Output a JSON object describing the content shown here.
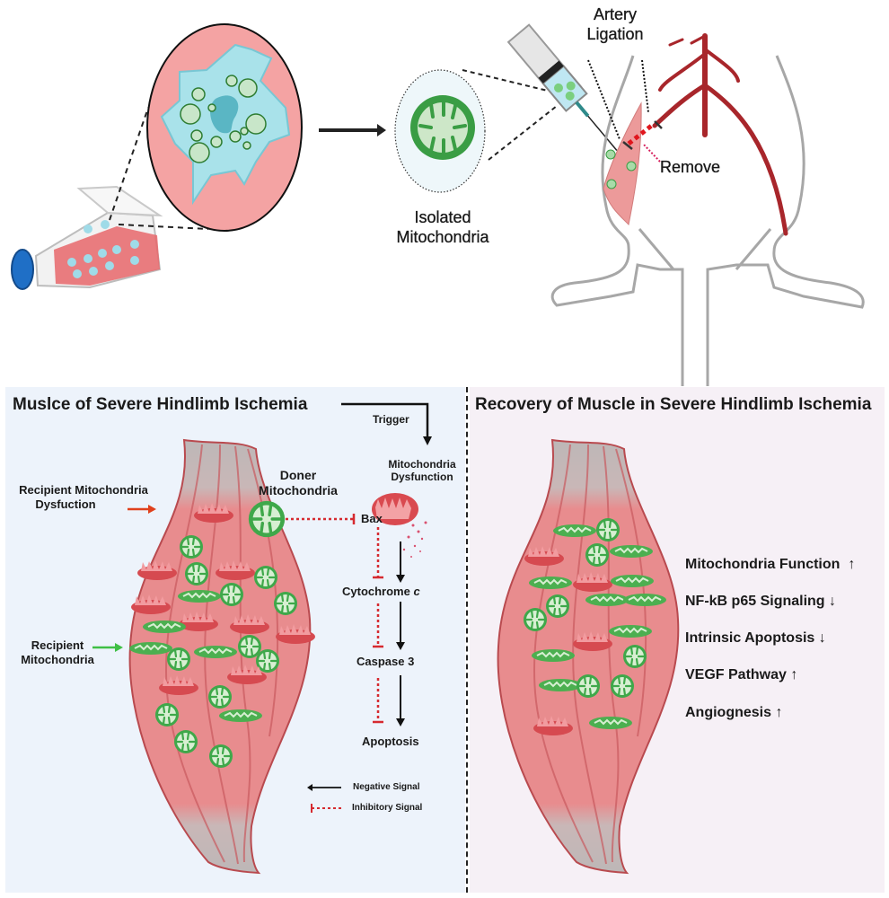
{
  "top": {
    "isolated_label_line1": "Isolated",
    "isolated_label_line2": "Mitochondria",
    "artery_label_line1": "Artery",
    "artery_label_line2": "Ligation",
    "remove_label": "Remove"
  },
  "left_panel": {
    "title": "Muslce of Severe Hindlimb Ischemia",
    "trigger_label": "Trigger",
    "dysfunction_label_line1": "Mitochondria",
    "dysfunction_label_line2": "Dysfunction",
    "recipient_dysfunction_line1": "Recipient Mitochondria",
    "recipient_dysfunction_line2": "Dysfuction",
    "recipient_line1": "Recipient",
    "recipient_line2": "Mitochondria",
    "doner_line1": "Doner",
    "doner_line2": "Mitochondria",
    "pathway": {
      "bax": "Bax",
      "cytochrome": "Cytochrome ",
      "cytochrome_italic": "c",
      "caspase": "Caspase 3",
      "apoptosis": "Apoptosis"
    },
    "legend": {
      "negative": "Negative Signal",
      "inhibitory": "Inhibitory Signal"
    }
  },
  "right_panel": {
    "title": "Recovery of Muscle in Severe Hindlimb Ischemia",
    "outcomes": [
      {
        "label": "Mitochondria Function",
        "arrow": "↑"
      },
      {
        "label": "NF-kB p65 Signaling",
        "arrow": "↓"
      },
      {
        "label": "Intrinsic Apoptosis",
        "arrow": "↓"
      },
      {
        "label": "VEGF Pathway",
        "arrow": "↑"
      },
      {
        "label": "Angiognesis",
        "arrow": "↑"
      }
    ]
  },
  "colors": {
    "left_bg": "#edf3fb",
    "right_bg": "#f6f0f6",
    "muscle": "#e58a8c",
    "mito_green": "#3fa84a",
    "mito_dys_red": "#d9484e",
    "inhibit_red": "#d62a30",
    "artery": "#a8262b"
  }
}
